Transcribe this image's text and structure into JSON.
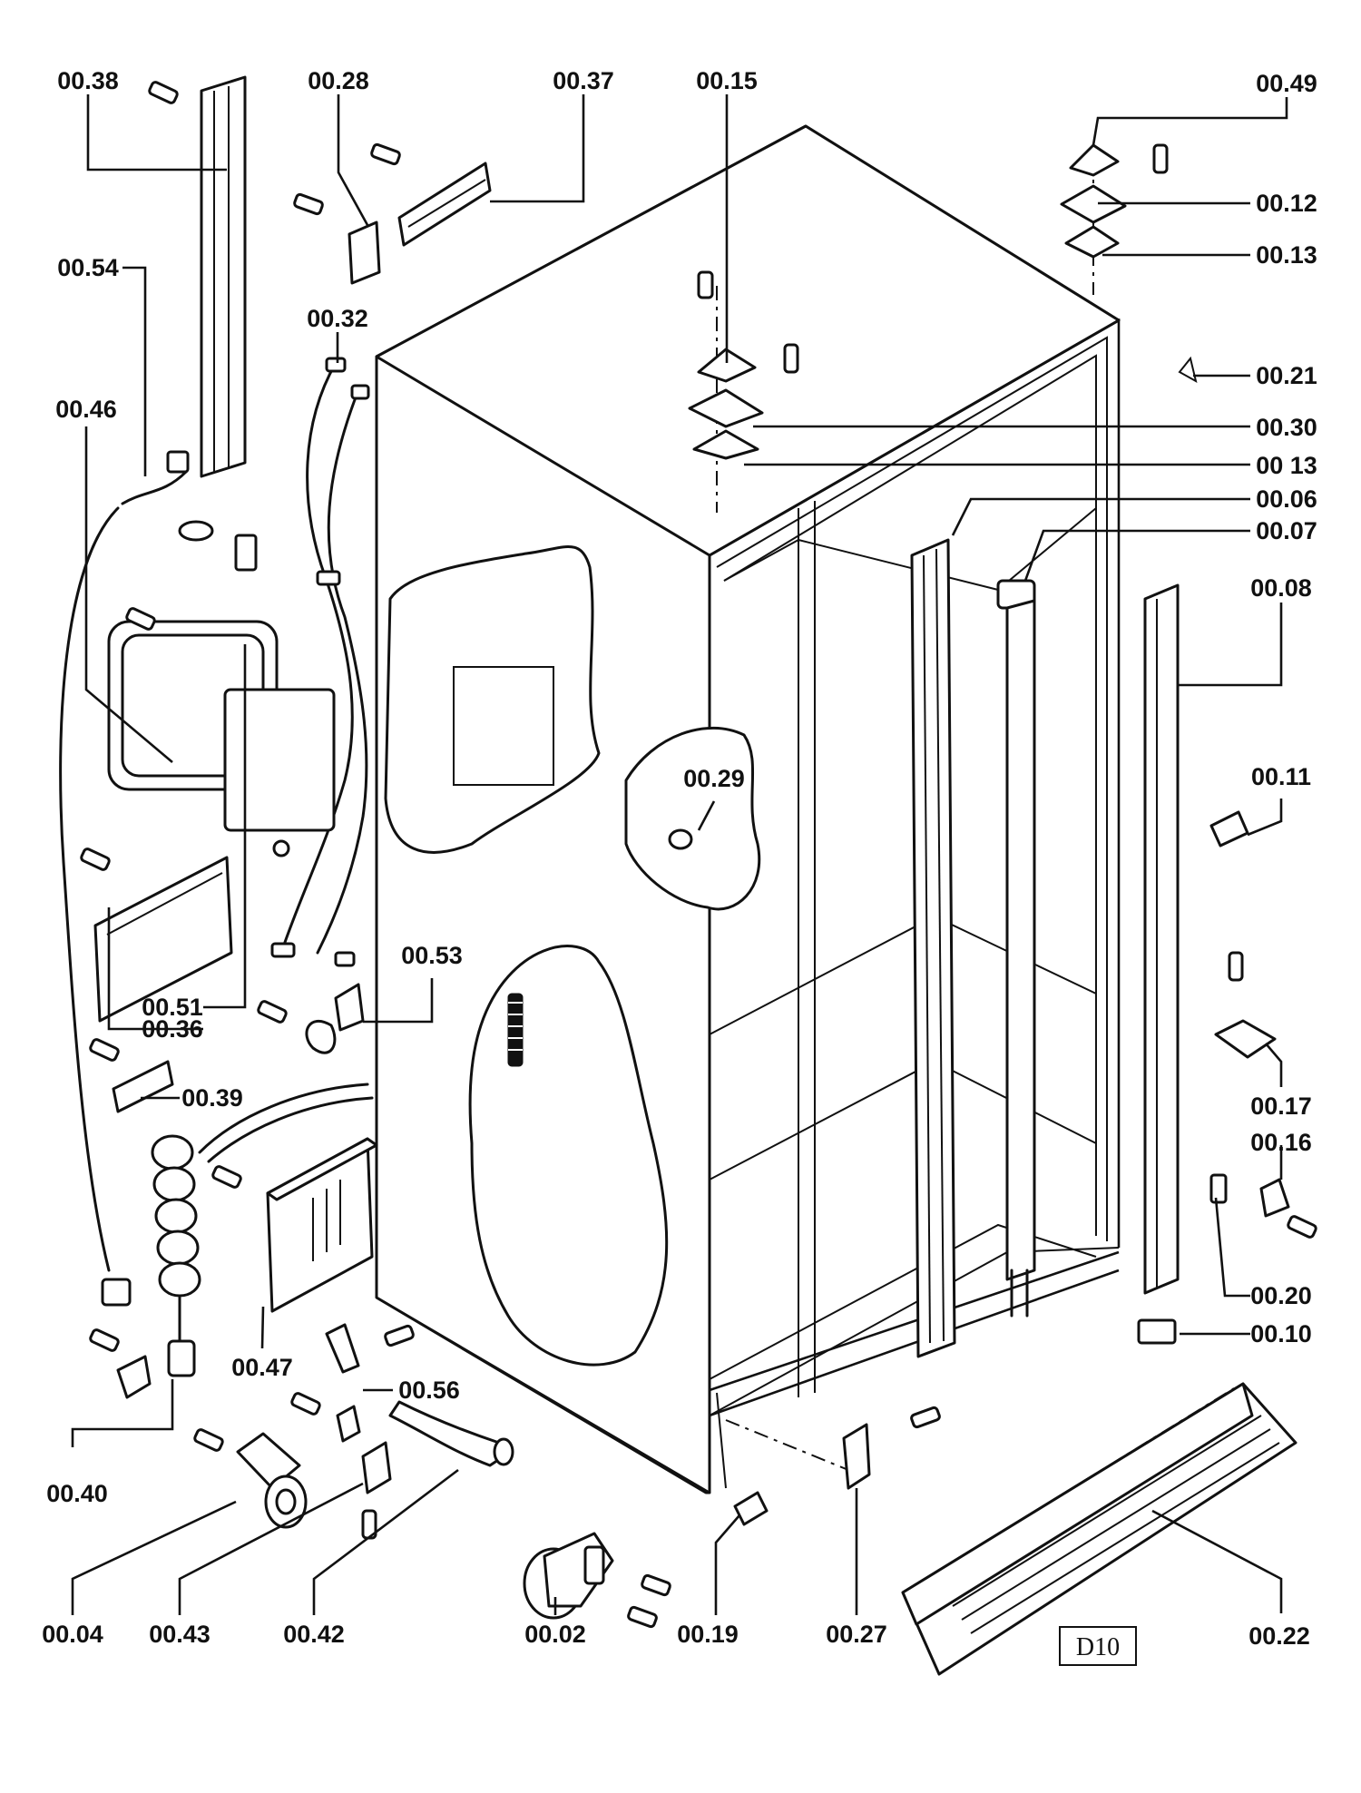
{
  "diagram_code": "D10",
  "labels": [
    {
      "id": "00-38",
      "text": "00.38"
    },
    {
      "id": "00-28",
      "text": "00.28"
    },
    {
      "id": "00-37",
      "text": "00.37"
    },
    {
      "id": "00-15",
      "text": "00.15"
    },
    {
      "id": "00-49",
      "text": "00.49"
    },
    {
      "id": "00-12",
      "text": "00.12"
    },
    {
      "id": "00-13a",
      "text": "00.13"
    },
    {
      "id": "00-54",
      "text": "00.54"
    },
    {
      "id": "00-32",
      "text": "00.32"
    },
    {
      "id": "00-21",
      "text": "00.21"
    },
    {
      "id": "00-30",
      "text": "00.30"
    },
    {
      "id": "00-46",
      "text": "00.46"
    },
    {
      "id": "00-13b",
      "text": "00 13"
    },
    {
      "id": "00-06",
      "text": "00.06"
    },
    {
      "id": "00-07",
      "text": "00.07"
    },
    {
      "id": "00-08",
      "text": "00.08"
    },
    {
      "id": "00-29",
      "text": "00.29"
    },
    {
      "id": "00-11",
      "text": "00.11"
    },
    {
      "id": "00-53",
      "text": "00.53"
    },
    {
      "id": "00-51",
      "text": "00.51"
    },
    {
      "id": "00-36",
      "text": "00.36"
    },
    {
      "id": "00-39",
      "text": "00.39"
    },
    {
      "id": "00-17",
      "text": "00.17"
    },
    {
      "id": "00-16",
      "text": "00.16"
    },
    {
      "id": "00-20",
      "text": "00.20"
    },
    {
      "id": "00-10",
      "text": "00.10"
    },
    {
      "id": "00-47",
      "text": "00.47"
    },
    {
      "id": "00-56",
      "text": "00.56"
    },
    {
      "id": "00-40",
      "text": "00.40"
    },
    {
      "id": "00-04",
      "text": "00.04"
    },
    {
      "id": "00-43",
      "text": "00.43"
    },
    {
      "id": "00-42",
      "text": "00.42"
    },
    {
      "id": "00-02",
      "text": "00.02"
    },
    {
      "id": "00-19",
      "text": "00.19"
    },
    {
      "id": "00-27",
      "text": "00.27"
    },
    {
      "id": "00-22",
      "text": "00.22"
    }
  ]
}
